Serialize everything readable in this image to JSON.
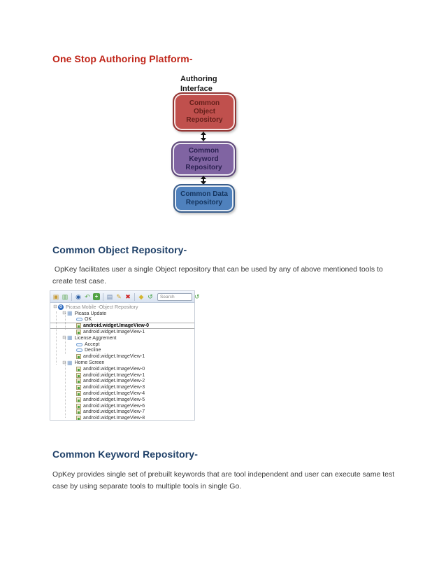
{
  "document": {
    "heading_authoring": "One Stop Authoring Platform-",
    "heading_object_repo": "Common Object Repository-",
    "para_object_repo": " OpKey facilitates user a single Object repository that can be used by any of above mentioned tools to create test case.",
    "heading_keyword_repo": "Common Keyword Repository-",
    "para_keyword_repo": "OpKey provides single set of prebuilt keywords that are tool independent and user can execute same test case by using separate tools to multiple tools in single Go.",
    "colors": {
      "heading_red": "#c02418",
      "heading_blue": "#1f4068",
      "body_text": "#3a3a3a"
    }
  },
  "diagram": {
    "label": "Authoring Interface",
    "boxes": [
      {
        "id": "dbox-object",
        "text": "Common Object Repository",
        "fill": "#c0504d",
        "border": "#943634",
        "text_color": "#641f1a"
      },
      {
        "id": "dbox-keyword",
        "text": "Common Keyword Repository",
        "fill": "#8064a2",
        "border": "#5f497a",
        "text_color": "#2b2152"
      },
      {
        "id": "dbox-data",
        "text": "Common Data Repository",
        "fill": "#4f81bd",
        "border": "#3a5e8c",
        "text_color": "#14345e"
      }
    ]
  },
  "repo_screenshot": {
    "toolbar": {
      "icons": [
        {
          "name": "new-suite-icon",
          "glyph": "▣",
          "color": "#c79a35"
        },
        {
          "name": "open-repo-icon",
          "glyph": "▥",
          "color": "#5aa64b"
        },
        {
          "sep": true
        },
        {
          "name": "globe-icon",
          "glyph": "◉",
          "color": "#2d5fa5"
        },
        {
          "name": "undo-icon",
          "glyph": "↶",
          "color": "#5aa64b"
        },
        {
          "name": "add-icon",
          "glyph": "+",
          "color": "#ffffff",
          "bg": "#52a345"
        },
        {
          "sep": true
        },
        {
          "name": "save-icon",
          "glyph": "▤",
          "color": "#6e87ab"
        },
        {
          "name": "edit-icon",
          "glyph": "✎",
          "color": "#d2a42c"
        },
        {
          "name": "delete-icon",
          "glyph": "✖",
          "color": "#cf2020"
        },
        {
          "sep": true
        },
        {
          "name": "lock-icon",
          "glyph": "◆",
          "color": "#d4b52f"
        },
        {
          "name": "sync-icon",
          "glyph": "↺",
          "color": "#3f9d3f"
        }
      ],
      "search_placeholder": "Search",
      "right_icon": {
        "name": "refresh-search-icon",
        "glyph": "↺",
        "color": "#4a9e3f"
      }
    },
    "tree": {
      "rows": [
        {
          "level": 0,
          "icon": "gear",
          "expander": true,
          "muted": true,
          "label": "Picasa Mobile -Object Repository"
        },
        {
          "level": 1,
          "icon": "folder",
          "expander": true,
          "label": "Picasa Update"
        },
        {
          "level": 2,
          "icon": "button",
          "label": "OK"
        },
        {
          "level": 2,
          "icon": "image",
          "selected": true,
          "label": "android.widget.ImageView-0"
        },
        {
          "level": 2,
          "icon": "image",
          "label": "android.widget.ImageView-1"
        },
        {
          "level": 1,
          "icon": "folder",
          "expander": true,
          "label": "License Aggrement"
        },
        {
          "level": 2,
          "icon": "button",
          "label": "Accept"
        },
        {
          "level": 2,
          "icon": "button",
          "label": "Decline"
        },
        {
          "level": 2,
          "icon": "image",
          "label": "android.widget.ImageView-1"
        },
        {
          "level": 1,
          "icon": "folder",
          "expander": true,
          "label": "Home Screen"
        },
        {
          "level": 2,
          "icon": "image",
          "label": "android.widget.ImageView-0"
        },
        {
          "level": 2,
          "icon": "image",
          "label": "android.widget.ImageView-1"
        },
        {
          "level": 2,
          "icon": "image",
          "label": "android.widget.ImageView-2"
        },
        {
          "level": 2,
          "icon": "image",
          "label": "android.widget.ImageView-3"
        },
        {
          "level": 2,
          "icon": "image",
          "label": "android.widget.ImageView-4"
        },
        {
          "level": 2,
          "icon": "image",
          "label": "android.widget.ImageView-5"
        },
        {
          "level": 2,
          "icon": "image",
          "label": "android.widget.ImageView-6"
        },
        {
          "level": 2,
          "icon": "image",
          "label": "android.widget.ImageView-7"
        },
        {
          "level": 2,
          "icon": "image",
          "label": "android.widget.ImageView-8"
        }
      ]
    }
  }
}
